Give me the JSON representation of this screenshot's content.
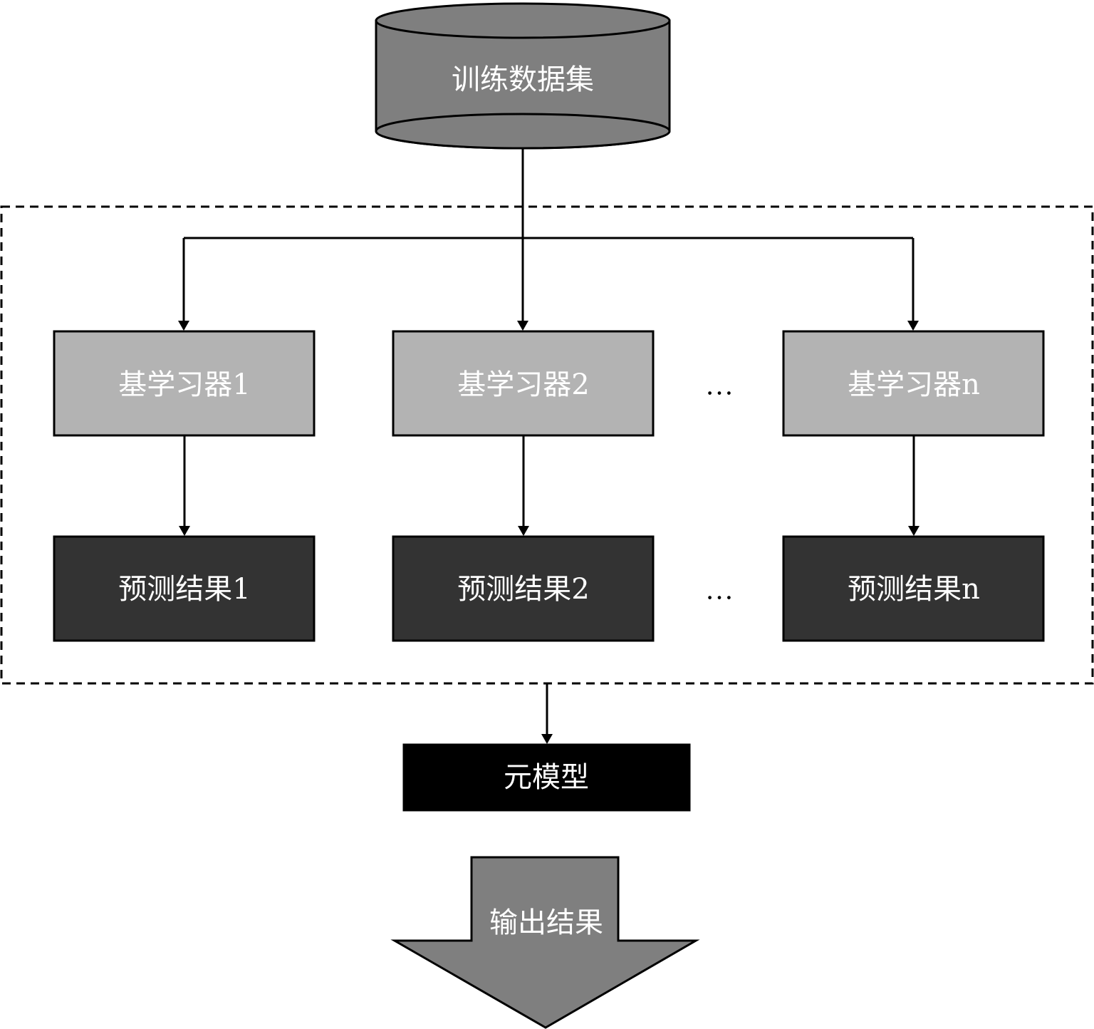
{
  "dataset": {
    "label": "训练数据集"
  },
  "base_learners": [
    {
      "label": "基学习器1"
    },
    {
      "label": "基学习器2"
    },
    {
      "label": "基学习器n"
    }
  ],
  "predictions": [
    {
      "label": "预测结果1"
    },
    {
      "label": "预测结果2"
    },
    {
      "label": "预测结果n"
    }
  ],
  "ellipsis": "…",
  "meta_model": {
    "label": "元模型"
  },
  "output": {
    "label": "输出结果"
  },
  "colors": {
    "dataset_fill": "#7f7f7f",
    "base_fill": "#b3b3b3",
    "prediction_fill": "#333333",
    "meta_fill": "#000000",
    "output_fill": "#7f7f7f"
  }
}
